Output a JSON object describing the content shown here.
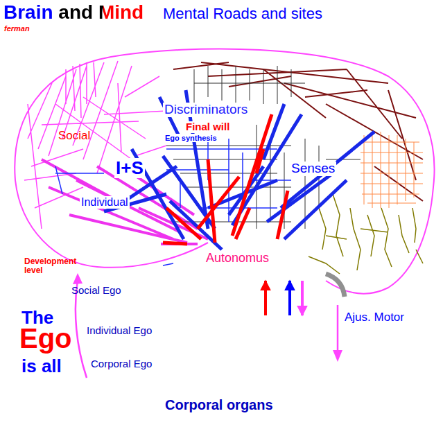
{
  "diagram": {
    "title": "Brain and Mind",
    "nodes": [
      {
        "text": [
          "Autonomus"
        ]
      },
      {
        "text": [
          "Corporal organs"
        ]
      }
    ],
    "edges": [
      {
        "from": 1,
        "to": 0,
        "arrow": "to"
      },
      {
        "from": 1,
        "to": 0,
        "arrow": "to"
      },
      {
        "from": 0,
        "to": 1,
        "arrow": "to"
      }
    ],
    "labels": [
      "Mental Roads and sites",
      "ferman",
      "Social",
      "Discriminators",
      "Final will",
      "Ego synthesis",
      "I+S",
      "Senses",
      "Individual",
      "Ajus. Motor",
      "Development level",
      "Social Ego",
      "Individual Ego",
      "Corporal Ego",
      "The",
      "Ego",
      "is all"
    ]
  }
}
